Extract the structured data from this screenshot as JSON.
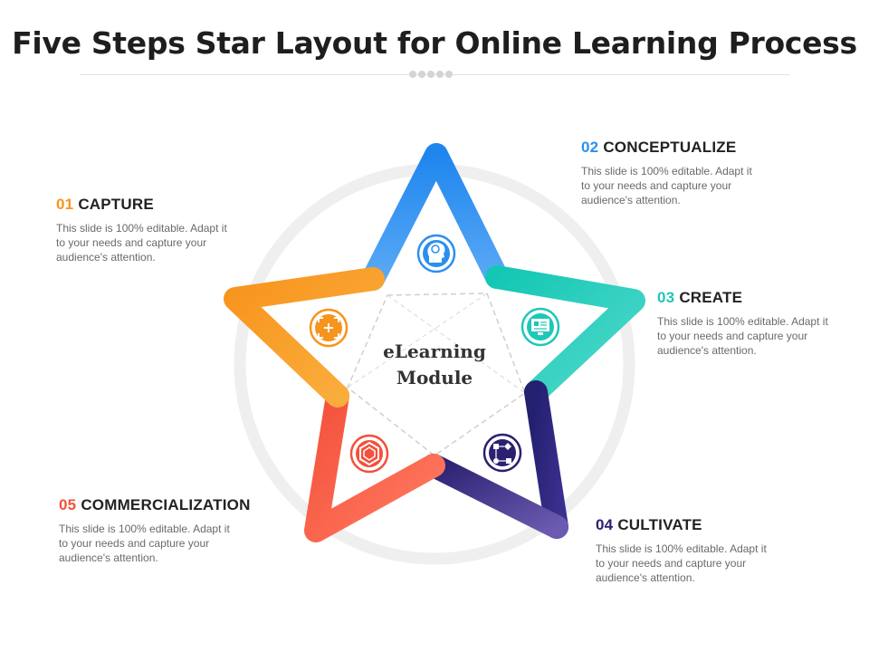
{
  "title": "Five Steps Star Layout for Online Learning  Process",
  "center_label_line1": "eLearning",
  "center_label_line2": "Module",
  "steps": [
    {
      "num": "01",
      "title": "CAPTURE",
      "text": "This slide is 100% editable. Adapt it to your needs and capture your audience's attention.",
      "color": "#f7941d",
      "icon": "focus-frame-icon"
    },
    {
      "num": "02",
      "title": "CONCEPTUALIZE",
      "text": "This slide is 100% editable. Adapt it to your needs and capture your audience's attention.",
      "color": "#2b8ff0",
      "icon": "brain-head-icon"
    },
    {
      "num": "03",
      "title": "CREATE",
      "text": "This slide is 100% editable. Adapt it to your needs and capture your audience's attention.",
      "color": "#1ec8b8",
      "icon": "monitor-document-icon"
    },
    {
      "num": "04",
      "title": "CULTIVATE",
      "text": "This slide is 100% editable. Adapt it to your needs and capture your audience's attention.",
      "color": "#2a2170",
      "icon": "flowchart-icon"
    },
    {
      "num": "05",
      "title": "COMMERCIALIZATION",
      "text": "This slide is 100% editable. Adapt it to your needs and capture your audience's attention.",
      "color": "#f4503a",
      "icon": "hexagon-cycle-icon"
    }
  ]
}
